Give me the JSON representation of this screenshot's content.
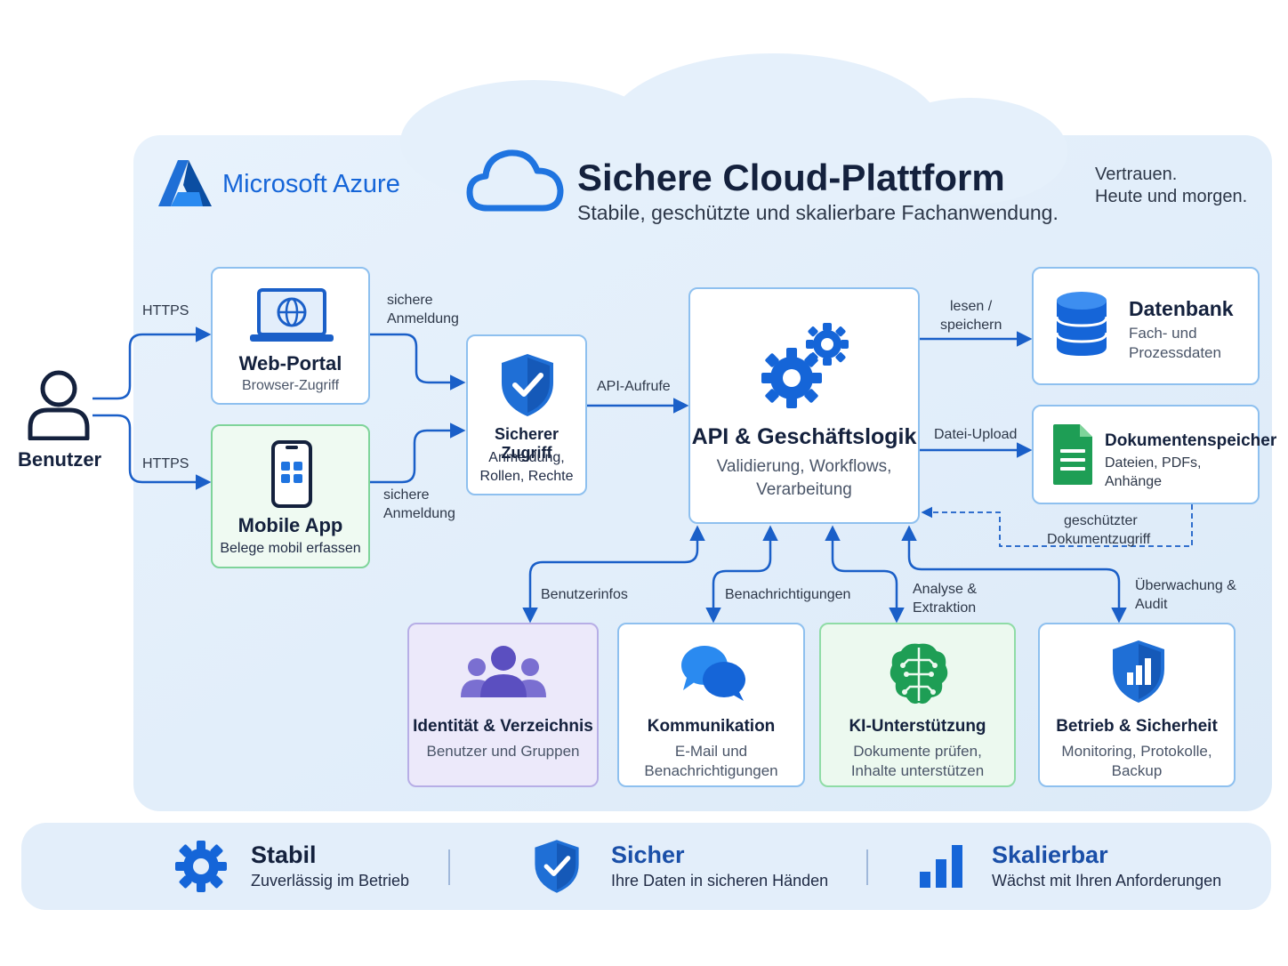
{
  "header": {
    "brand": "Microsoft Azure",
    "title": "Sichere Cloud-Plattform",
    "subtitle": "Stabile, geschützte und skalierbare Fachanwendung.",
    "tagline_line1": "Vertrauen.",
    "tagline_line2": "Heute und morgen."
  },
  "user": {
    "label": "Benutzer"
  },
  "nodes": {
    "web_portal": {
      "title": "Web-Portal",
      "sub": "Browser-Zugriff"
    },
    "mobile_app": {
      "title": "Mobile App",
      "sub": "Belege mobil erfassen"
    },
    "secure_access": {
      "title": "Sicherer Zugriff",
      "sub1": "Anmeldung,",
      "sub2": "Rollen, Rechte"
    },
    "api": {
      "title": "API & Geschäftslogik",
      "sub1": "Validierung, Workflows,",
      "sub2": "Verarbeitung"
    },
    "database": {
      "title": "Datenbank",
      "sub1": "Fach- und",
      "sub2": "Prozessdaten"
    },
    "documents": {
      "title": "Dokumentenspeicher",
      "sub1": "Dateien, PDFs,",
      "sub2": "Anhänge"
    },
    "identity": {
      "title": "Identität & Verzeichnis",
      "sub": "Benutzer und Gruppen"
    },
    "communication": {
      "title": "Kommunikation",
      "sub1": "E-Mail und",
      "sub2": "Benachrichtigungen"
    },
    "ai": {
      "title": "KI-Unterstützung",
      "sub1": "Dokumente prüfen,",
      "sub2": "Inhalte unterstützen"
    },
    "operations": {
      "title": "Betrieb & Sicherheit",
      "sub1": "Monitoring, Protokolle,",
      "sub2": "Backup"
    }
  },
  "edges": {
    "https_top": "HTTPS",
    "https_bottom": "HTTPS",
    "login_top_1": "sichere",
    "login_top_2": "Anmeldung",
    "login_bottom_1": "sichere",
    "login_bottom_2": "Anmeldung",
    "api_calls": "API-Aufrufe",
    "read_write_1": "lesen /",
    "read_write_2": "speichern",
    "file_upload": "Datei-Upload",
    "doc_access_1": "geschützter",
    "doc_access_2": "Dokumentzugriff",
    "user_info": "Benutzerinfos",
    "notifications": "Benachrichtigungen",
    "analysis_1": "Analyse &",
    "analysis_2": "Extraktion",
    "monitoring_1": "Überwachung &",
    "monitoring_2": "Audit"
  },
  "footer": {
    "items": [
      {
        "title": "Stabil",
        "sub": "Zuverlässig im Betrieb",
        "icon": "gear-icon"
      },
      {
        "title": "Sicher",
        "sub": "Ihre Daten in sicheren Händen",
        "icon": "shield-check-icon"
      },
      {
        "title": "Skalierbar",
        "sub": "Wächst mit Ihren Anforderungen",
        "icon": "bar-chart-icon"
      }
    ]
  },
  "colors": {
    "accent": "#1565d8",
    "arrow": "#1a5fc8",
    "mobile_border": "#7fd49a",
    "identity_border": "#b7aee6",
    "ai_border": "#8fdca6"
  }
}
